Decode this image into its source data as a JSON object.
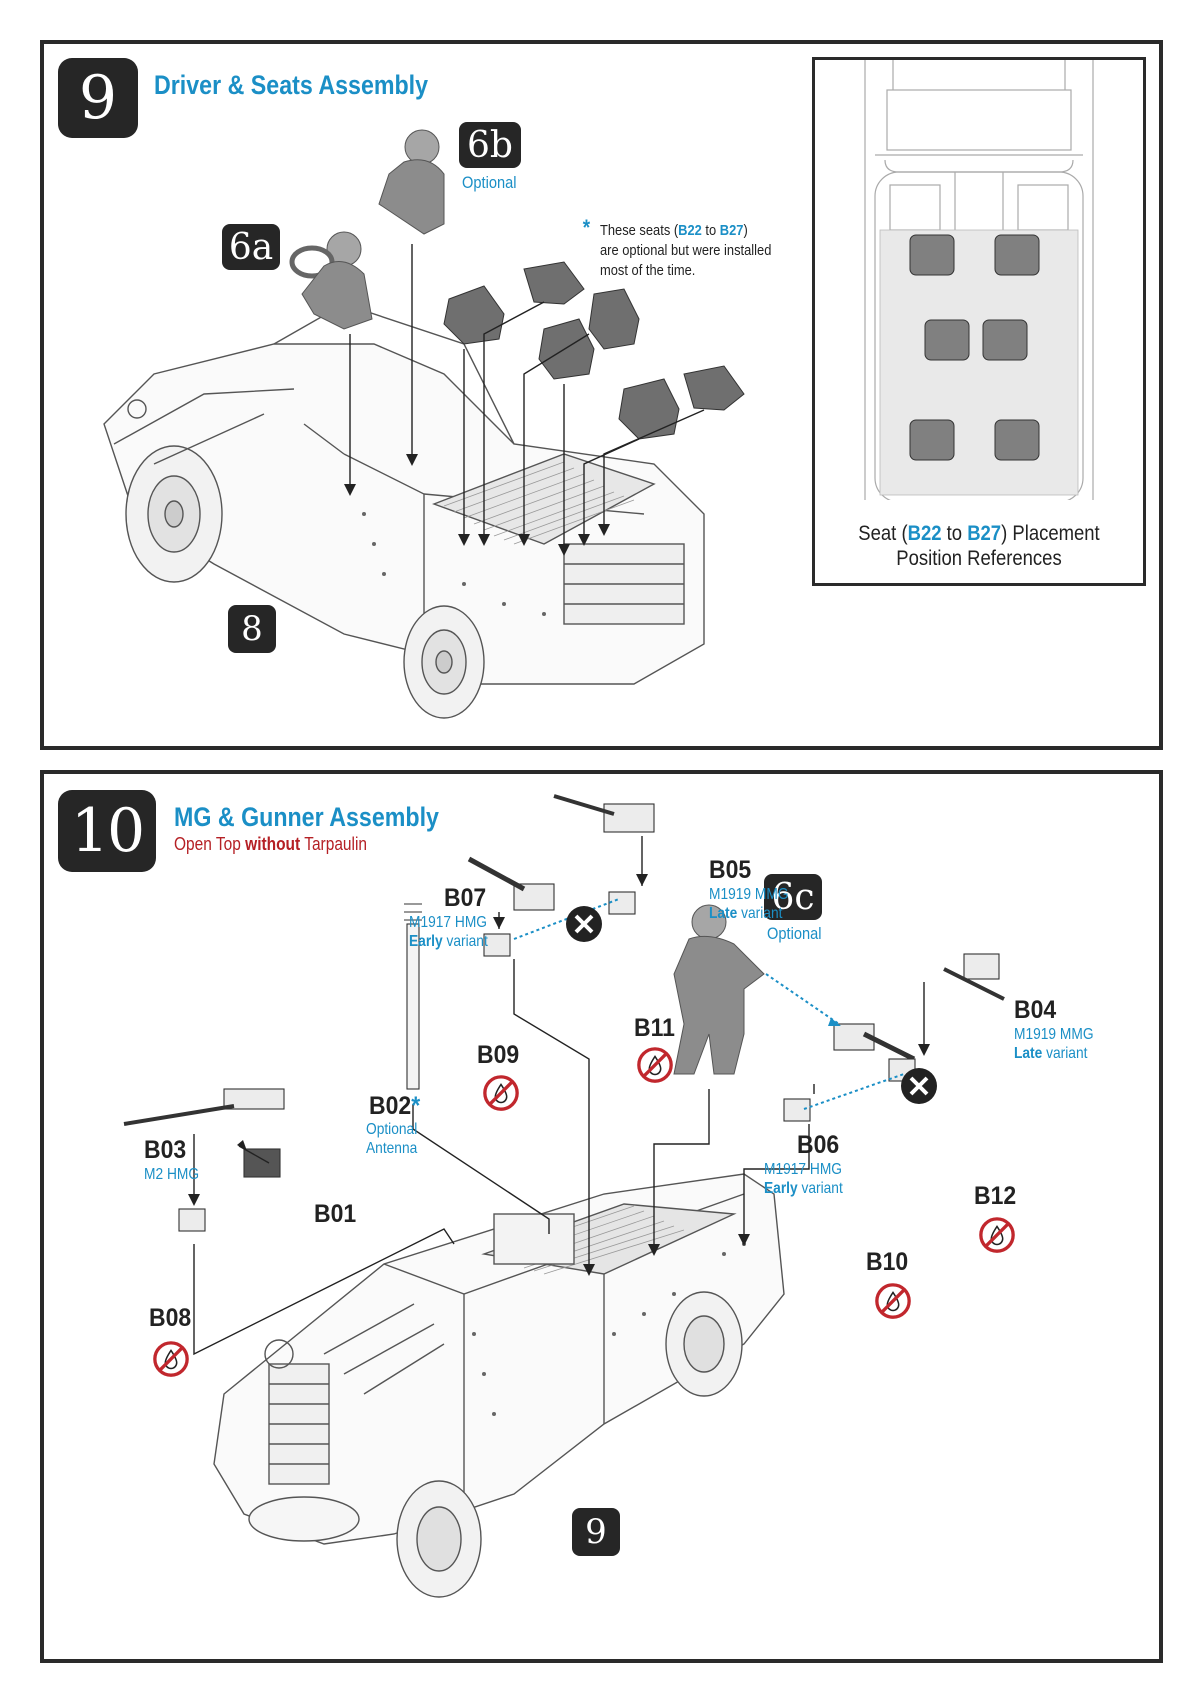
{
  "steps": [
    {
      "number": "9",
      "title": "Driver & Seats Assembly",
      "figures": [
        {
          "id": "6a",
          "label": "6a",
          "note": ""
        },
        {
          "id": "6b",
          "label": "6b",
          "note": "Optional"
        }
      ],
      "seat_note": {
        "marker": "*",
        "line1_pre": "These seats (",
        "part_from": "B22",
        "line1_mid": " to ",
        "part_to": "B27",
        "line1_post": ")",
        "line2": "are optional but were installed",
        "line3": "most of the time."
      },
      "reference_badge": "8",
      "inset": {
        "caption_pre": "Seat (",
        "part_from": "B22",
        "mid": " to ",
        "part_to": "B27",
        "caption_post": ") Placement",
        "caption_line2": "Position References"
      }
    },
    {
      "number": "10",
      "title": "MG & Gunner Assembly",
      "subtitle_pre": "Open Top ",
      "subtitle_bold": "without",
      "subtitle_post": " Tarpaulin",
      "figures": [
        {
          "id": "6c",
          "label": "6c",
          "note": "Optional"
        }
      ],
      "reference_badge": "9",
      "parts": [
        {
          "id": "B07",
          "desc1": "M1917 HMG",
          "desc2_bold": "Early",
          "desc2": " variant"
        },
        {
          "id": "B05",
          "desc1": "M1919 MMG",
          "desc2_bold": "Late",
          "desc2": " variant"
        },
        {
          "id": "B04",
          "desc1": "M1919 MMG",
          "desc2_bold": "Late",
          "desc2": " variant"
        },
        {
          "id": "B06",
          "desc1": "M1917 HMG",
          "desc2_bold": "Early",
          "desc2": " variant"
        },
        {
          "id": "B03",
          "desc1": "M2 HMG"
        },
        {
          "id": "B02",
          "marker": "*",
          "desc1": "Optional",
          "desc2": "Antenna"
        },
        {
          "id": "B01"
        },
        {
          "id": "B08",
          "icon": "no-glue-icon"
        },
        {
          "id": "B09",
          "icon": "no-glue-icon"
        },
        {
          "id": "B10",
          "icon": "no-glue-icon"
        },
        {
          "id": "B11",
          "icon": "no-glue-icon"
        },
        {
          "id": "B12",
          "icon": "no-glue-icon"
        }
      ],
      "icons": [
        "swap-alternative-icon",
        "no-glue-icon"
      ]
    }
  ],
  "colors": {
    "accent_blue": "#1b8fc6",
    "warning_red": "#b52025",
    "badge_dark": "#262626",
    "frame": "#2a2a2a"
  }
}
